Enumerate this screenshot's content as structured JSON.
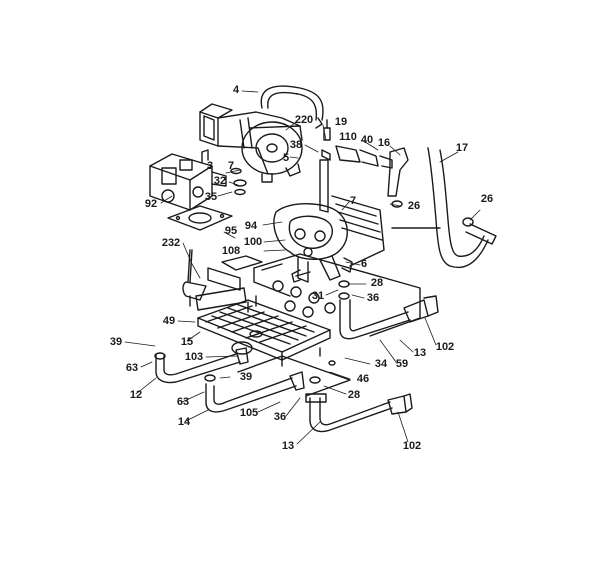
{
  "diagram": {
    "line_color": "#1a1a1a",
    "callouts": [
      {
        "id": "c4",
        "text": "4"
      },
      {
        "id": "c220",
        "text": "220"
      },
      {
        "id": "c19",
        "text": "19"
      },
      {
        "id": "c110",
        "text": "110"
      },
      {
        "id": "c40",
        "text": "40"
      },
      {
        "id": "c16",
        "text": "16"
      },
      {
        "id": "c17",
        "text": "17"
      },
      {
        "id": "c38",
        "text": "38"
      },
      {
        "id": "c5",
        "text": "5"
      },
      {
        "id": "c3",
        "text": "3"
      },
      {
        "id": "c7a",
        "text": "7"
      },
      {
        "id": "c32",
        "text": "32"
      },
      {
        "id": "c35",
        "text": "35"
      },
      {
        "id": "c92",
        "text": "92"
      },
      {
        "id": "c7b",
        "text": "7"
      },
      {
        "id": "c26a",
        "text": "26"
      },
      {
        "id": "c26b",
        "text": "26"
      },
      {
        "id": "c94",
        "text": "94"
      },
      {
        "id": "c95",
        "text": "95"
      },
      {
        "id": "c100",
        "text": "100"
      },
      {
        "id": "c108",
        "text": "108"
      },
      {
        "id": "c232",
        "text": "232"
      },
      {
        "id": "c6",
        "text": "6"
      },
      {
        "id": "c28a",
        "text": "28"
      },
      {
        "id": "c31",
        "text": "31"
      },
      {
        "id": "c36a",
        "text": "36"
      },
      {
        "id": "c49",
        "text": "49"
      },
      {
        "id": "c15",
        "text": "15"
      },
      {
        "id": "c102a",
        "text": "102"
      },
      {
        "id": "c39a",
        "text": "39"
      },
      {
        "id": "c13a",
        "text": "13"
      },
      {
        "id": "c103",
        "text": "103"
      },
      {
        "id": "c34",
        "text": "34"
      },
      {
        "id": "c59",
        "text": "59"
      },
      {
        "id": "c63a",
        "text": "63"
      },
      {
        "id": "c39b",
        "text": "39"
      },
      {
        "id": "c46",
        "text": "46"
      },
      {
        "id": "c12",
        "text": "12"
      },
      {
        "id": "c63b",
        "text": "63"
      },
      {
        "id": "c28b",
        "text": "28"
      },
      {
        "id": "c14",
        "text": "14"
      },
      {
        "id": "c105",
        "text": "105"
      },
      {
        "id": "c36b",
        "text": "36"
      },
      {
        "id": "c13b",
        "text": "13"
      },
      {
        "id": "c102b",
        "text": "102"
      }
    ]
  }
}
